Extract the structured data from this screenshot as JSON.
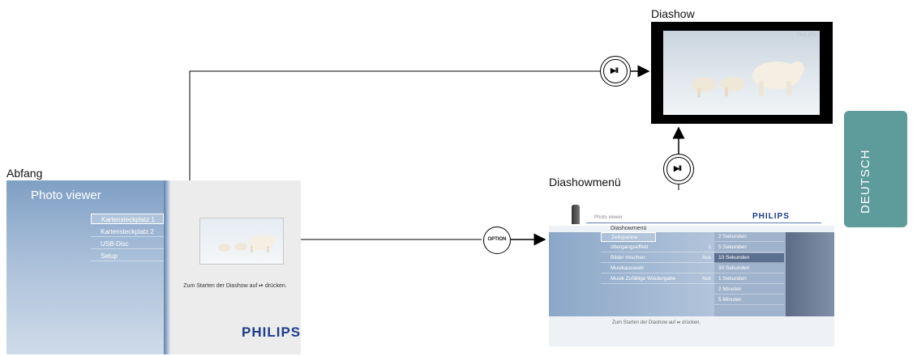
{
  "captions": {
    "abfang": "Abfang",
    "diashow": "Diashow",
    "diashowmenu": "Diashowmenü"
  },
  "abfang_screen": {
    "title": "Photo viewer",
    "menu": [
      "Kartensteckplatz 1",
      "Kartensteckplatz 2",
      "USB-Disc",
      "Setup"
    ],
    "hint": "Zum Starten der Diashow auf ⏯ drücken.",
    "logo": "PHILIPS"
  },
  "diashow_screen": {
    "watermark": "PHILIPS"
  },
  "menu_screen": {
    "crumb": "Photo viewer",
    "logo": "PHILIPS",
    "subtitle": "Diashowmenü",
    "options": [
      {
        "label": "Zeitspanne",
        "value": ""
      },
      {
        "label": "übergangseffekt",
        "value": "1"
      },
      {
        "label": "Bilder mischen",
        "value": "Aus"
      },
      {
        "label": "Musikauswahl",
        "value": ""
      },
      {
        "label": "Musik Zufällige Wiedergabe",
        "value": "Aus"
      }
    ],
    "values": [
      "2 Sekunden",
      "5 Sekunden",
      "10 Sekunden",
      "30 Sekunden",
      "1 Sekunden",
      "2 Minuten",
      "5 Minuten"
    ],
    "hint": "Zum Starten der Diashow auf ⏯ drücken."
  },
  "buttons": {
    "play_pause": "▶II",
    "option": "OPTION"
  },
  "side_tab": {
    "label": "DEUTSCH",
    "color": "#5e9b9b"
  },
  "brand_color": "#1e3c8a"
}
